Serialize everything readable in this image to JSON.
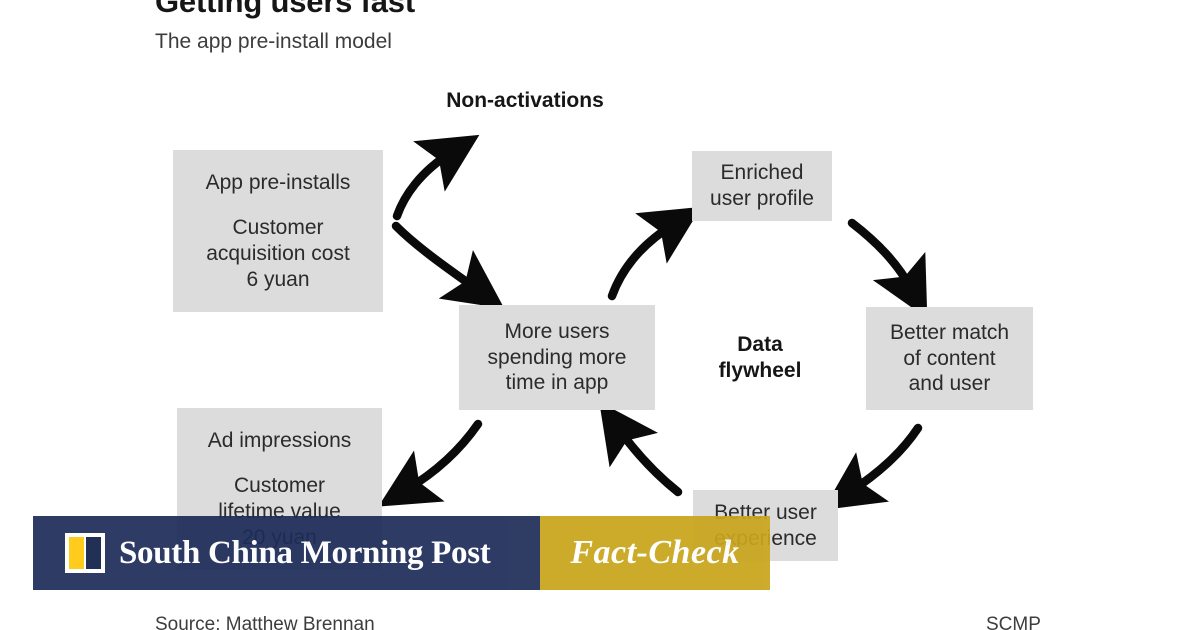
{
  "header": {
    "title": "Getting users fast",
    "subtitle": "The app pre-install model"
  },
  "diagram": {
    "non_activations_label": "Non-activations",
    "flywheel_label_line1": "Data",
    "flywheel_label_line2": "flywheel",
    "boxes": {
      "app_preinstalls": {
        "line1": "App pre-installs",
        "line2": "Customer",
        "line3": "acquisition cost",
        "line4": "6 yuan"
      },
      "more_users": {
        "line1": "More users",
        "line2": "spending more",
        "line3": "time in app"
      },
      "enriched_profile": {
        "line1": "Enriched",
        "line2": "user profile"
      },
      "better_match": {
        "line1": "Better match",
        "line2": "of content",
        "line3": "and user"
      },
      "better_experience": {
        "line1": "Better user",
        "line2": "experience"
      },
      "ad_impressions": {
        "line1": "Ad impressions",
        "line2": "Customer",
        "line3": "lifetime value",
        "line4": "20 yuan"
      }
    }
  },
  "banner": {
    "publication": "South China Morning Post",
    "section": "Fact-Check"
  },
  "footer": {
    "source": "Source: Matthew Brennan",
    "credit": "SCMP"
  },
  "colors": {
    "box_fill": "#dcdcdc",
    "banner_navy": "#1d2b57",
    "banner_gold": "#c9a51c",
    "logo_yellow": "#ffc709",
    "logo_navy": "#101f48",
    "text_dark": "#161616"
  }
}
